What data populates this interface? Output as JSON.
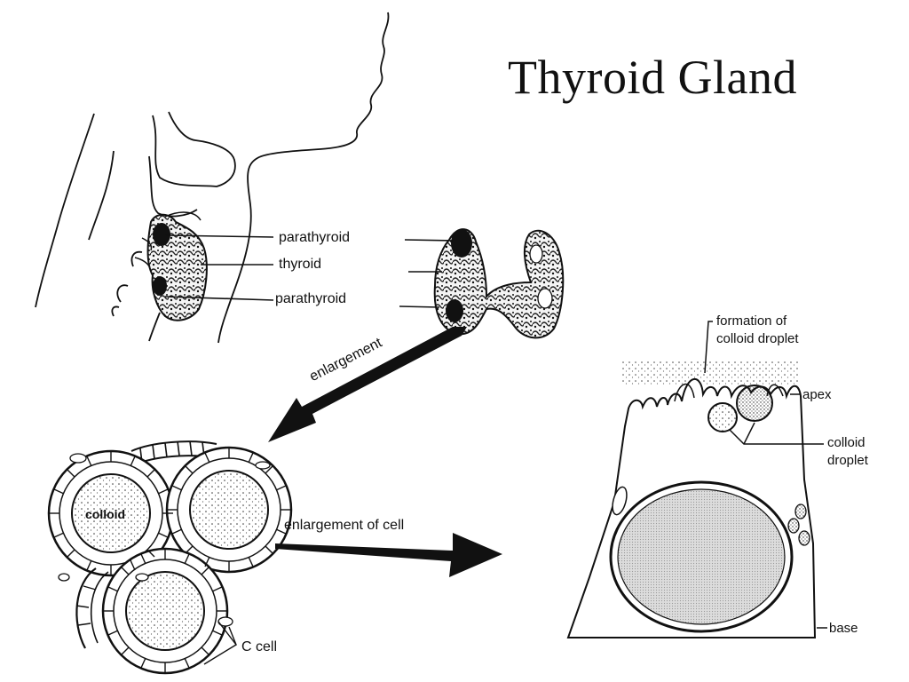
{
  "slide": {
    "title": "Thyroid Gland"
  },
  "labels": {
    "parathyroid_upper": "parathyroid",
    "thyroid": "thyroid",
    "parathyroid_lower": "parathyroid",
    "enlargement": "enlargement",
    "enlargement_of_cell": "enlargement of cell",
    "colloid": "colloid",
    "c_cell": "C cell",
    "formation_line1": "formation of",
    "formation_line2": "colloid droplet",
    "apex": "apex",
    "colloid_droplet_line1": "colloid",
    "colloid_droplet_line2": "droplet",
    "base": "base"
  }
}
